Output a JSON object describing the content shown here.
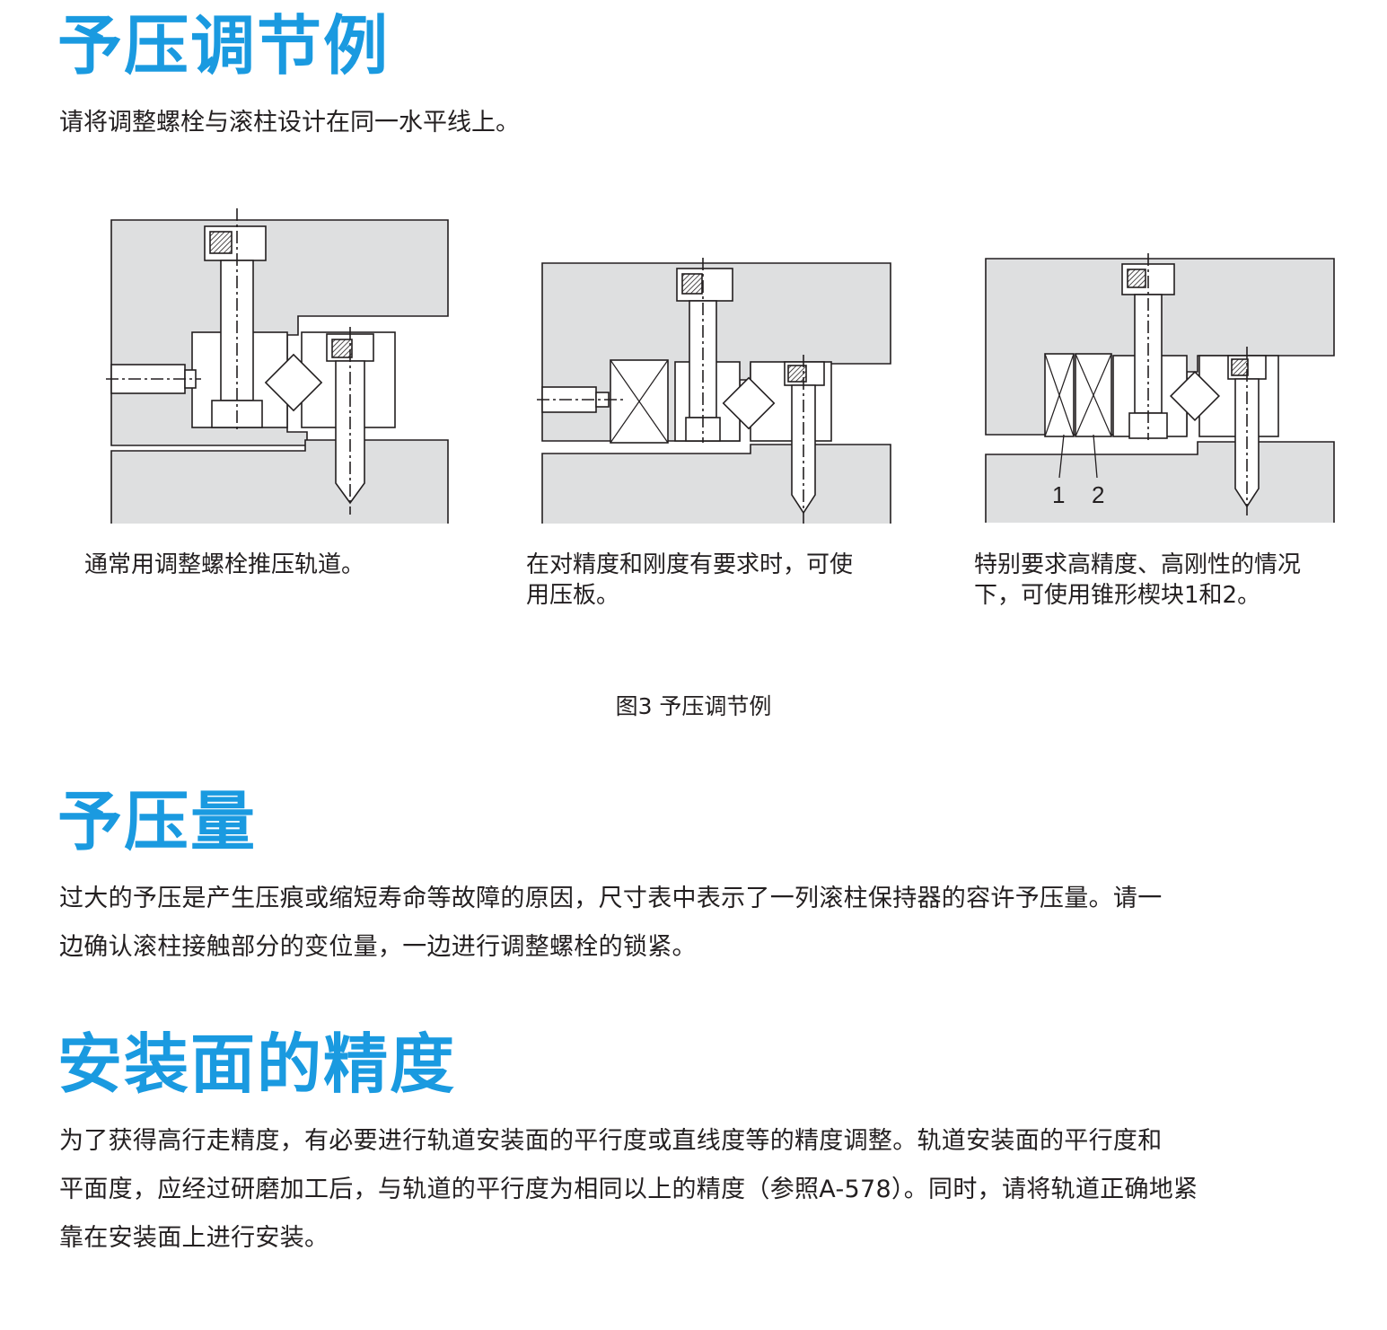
{
  "sections": {
    "preload_example": {
      "title": "予压调节例",
      "text": "请将调整螺栓与滚柱设计在同一水平线上。"
    },
    "figures": {
      "fig1_caption": "通常用调整螺栓推压轨道。",
      "fig2_caption": "在对精度和刚度有要求时，可使\n用压板。",
      "fig3_caption": "特别要求高精度、高刚性的情况\n下，可使用锥形楔块1和2。",
      "fig3_label_1": "1",
      "fig3_label_2": "2",
      "figure_title": "图3 予压调节例"
    },
    "preload_amount": {
      "title": "予压量",
      "text": "过大的予压是产生压痕或缩短寿命等故障的原因，尺寸表中表示了一列滚柱保持器的容许予压量。请一\n边确认滚柱接触部分的变位量，一边进行调整螺栓的锁紧。"
    },
    "mounting_accuracy": {
      "title": "安装面的精度",
      "text": "为了获得高行走精度，有必要进行轨道安装面的平行度或直线度等的精度调整。轨道安装面的平行度和\n平面度，应经过研磨加工后，与轨道的平行度为相同以上的精度（参照A-578）。同时，请将轨道正确地紧\n靠在安装面上进行安装。"
    }
  },
  "colors": {
    "heading": "#1a9ae0",
    "body_text": "#231f20",
    "drawing_fill": "#dedfe0",
    "drawing_line": "#231f20"
  }
}
